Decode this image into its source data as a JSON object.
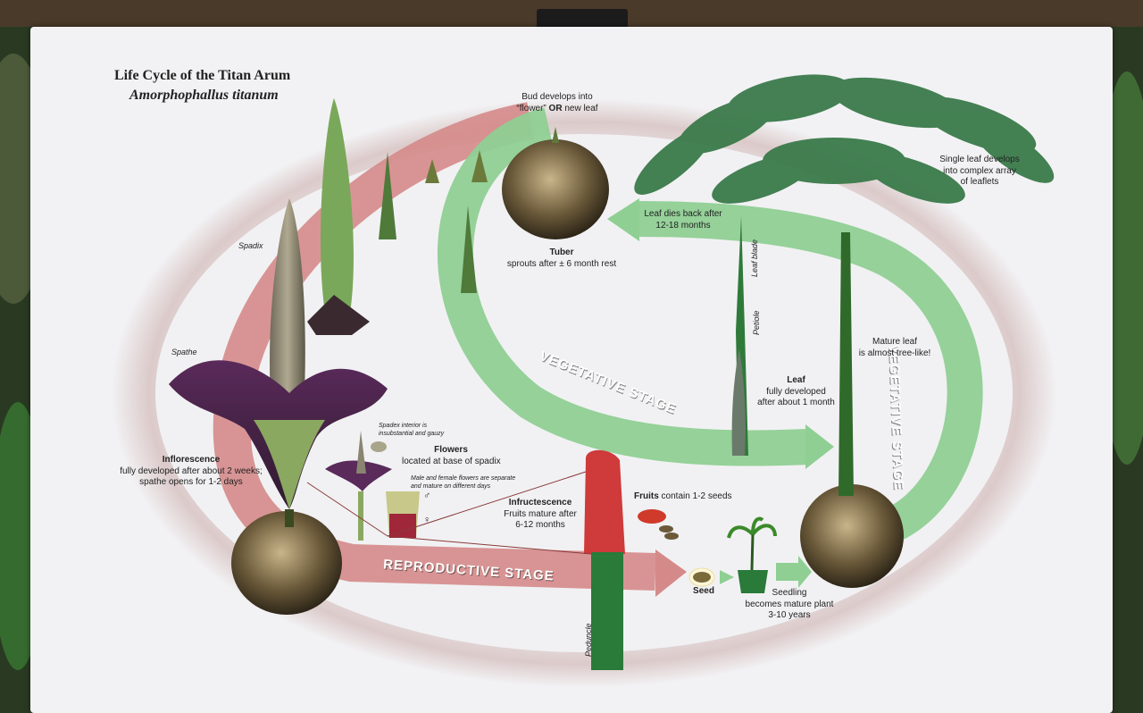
{
  "title": "Life Cycle of the Titan Arum",
  "subtitle": "Amorphophallus titanum",
  "labels": {
    "bud_line1": "Bud develops into",
    "bud_line2_a": "“flower” ",
    "bud_line2_or": "OR",
    "bud_line2_b": " new leaf",
    "tuber_title": "Tuber",
    "tuber_desc": "sprouts after ± 6 month rest",
    "leaf_dies_line1": "Leaf dies back after",
    "leaf_dies_line2": "12-18 months",
    "single_leaf_line1": "Single leaf develops",
    "single_leaf_line2": "into complex array",
    "single_leaf_line3": "of leaflets",
    "leaf_blade": "Leaf blade",
    "petiole": "Petiole",
    "leaf_title": "Leaf",
    "leaf_line1": "fully developed",
    "leaf_line2": "after about 1 month",
    "mature_line1": "Mature leaf",
    "mature_line2": "is almost tree-like!",
    "spadix": "Spadix",
    "spathe": "Spathe",
    "inflor_title": "Inflorescence",
    "inflor_line1": "fully developed after about 2 weeks;",
    "inflor_line2": "spathe opens for 1-2 days",
    "spadix_interior_line1": "Spadex interior is",
    "spadix_interior_line2": "insubstantial and gauzy",
    "flowers_title": "Flowers",
    "flowers_desc": "located at base of spadix",
    "male_female_line1": "Male and female flowers are separate",
    "male_female_line2": "and mature on different days",
    "infruct_title": "Infructescence",
    "infruct_line1": "Fruits mature after",
    "infruct_line2": "6-12 months",
    "fruits_title": "Fruits",
    "fruits_desc": " contain 1-2 seeds",
    "seed": "Seed",
    "seedling_line1": "Seedling",
    "seedling_line2": "becomes mature plant",
    "seedling_line3": "3-10 years",
    "peduncle": "Peduncle",
    "vegetative_stage_1": "VEGETATIVE STAGE",
    "vegetative_stage_2": "VEGETATIVE STAGE",
    "reproductive_stage": "REPRODUCTIVE STAGE",
    "male_symbol": "♂",
    "female_symbol": "♀"
  },
  "colors": {
    "vegetative_arrow": "#8fcf93",
    "reproductive_arrow": "#d98b8b",
    "ellipse_halo": "#d9c6c6"
  }
}
